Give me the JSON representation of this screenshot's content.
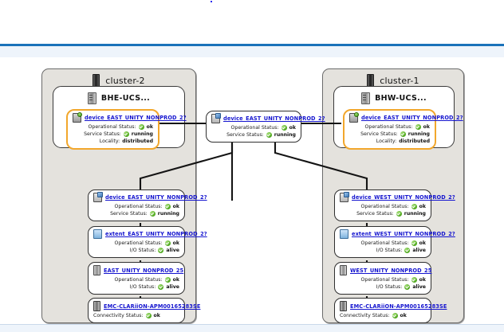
{
  "page": {
    "accent_blue": "#1b72ba",
    "band_blue": "#eef4fb",
    "highlight_orange": "#f2a72c",
    "link_color": "#1515cf",
    "cluster_fill": "#e4e2dd"
  },
  "diagram": {
    "type": "storage-topology",
    "clusters": [
      {
        "id": "cluster-2",
        "label": "cluster-2",
        "side": "left",
        "ucs": {
          "label": "BHE-UCS...",
          "icon": "server-icon"
        },
        "ucs_node": {
          "title": "device_EAST_UNITY_NONPROD_2?",
          "icon": "virtual-volume-icon",
          "highlighted": true,
          "rows": [
            {
              "key": "Operational Status:",
              "value": "ok",
              "status": "ok"
            },
            {
              "key": "Service Status:",
              "value": "running",
              "status": "ok"
            },
            {
              "key": "Locality:",
              "value": "distributed",
              "status": "none"
            }
          ]
        },
        "stack": [
          {
            "title": "device_EAST_UNITY_NONPROD_2?",
            "icon": "device-icon",
            "rows": [
              {
                "key": "Operational Status:",
                "value": "ok",
                "status": "ok"
              },
              {
                "key": "Service Status:",
                "value": "running",
                "status": "ok"
              }
            ]
          },
          {
            "title": "extent_EAST_UNITY_NONPROD_2?",
            "icon": "extent-icon",
            "rows": [
              {
                "key": "Operational Status:",
                "value": "ok",
                "status": "ok"
              },
              {
                "key": "I/O Status:",
                "value": "alive",
                "status": "ok"
              }
            ]
          },
          {
            "title": "EAST_UNITY_NONPROD_25",
            "icon": "storage-volume-icon",
            "rows": [
              {
                "key": "Operational Status:",
                "value": "ok",
                "status": "ok"
              },
              {
                "key": "I/O Status:",
                "value": "alive",
                "status": "ok"
              }
            ]
          },
          {
            "title": "EMC-CLARiiON-APM00165283SE",
            "icon": "storage-array-icon",
            "rows": [
              {
                "key": "Connectivity Status:",
                "value": "ok",
                "status": "ok"
              }
            ]
          }
        ]
      },
      {
        "id": "cluster-1",
        "label": "cluster-1",
        "side": "right",
        "ucs": {
          "label": "BHW-UCS...",
          "icon": "server-icon"
        },
        "ucs_node": {
          "title": "device_EAST_UNITY_NONPROD_2?",
          "icon": "virtual-volume-icon",
          "highlighted": true,
          "rows": [
            {
              "key": "Operational Status:",
              "value": "ok",
              "status": "ok"
            },
            {
              "key": "Service Status:",
              "value": "running",
              "status": "ok"
            },
            {
              "key": "Locality:",
              "value": "distributed",
              "status": "none"
            }
          ]
        },
        "stack": [
          {
            "title": "device_WEST_UNITY_NONPROD_2?",
            "icon": "device-icon",
            "rows": [
              {
                "key": "Operational Status:",
                "value": "ok",
                "status": "ok"
              },
              {
                "key": "Service Status:",
                "value": "running",
                "status": "ok"
              }
            ]
          },
          {
            "title": "extent_WEST_UNITY_NONPROD_2?",
            "icon": "extent-icon",
            "rows": [
              {
                "key": "Operational Status:",
                "value": "ok",
                "status": "ok"
              },
              {
                "key": "I/O Status:",
                "value": "alive",
                "status": "ok"
              }
            ]
          },
          {
            "title": "WEST_UNITY_NONPROD_25",
            "icon": "storage-volume-icon",
            "rows": [
              {
                "key": "Operational Status:",
                "value": "ok",
                "status": "ok"
              },
              {
                "key": "I/O Status:",
                "value": "alive",
                "status": "ok"
              }
            ]
          },
          {
            "title": "EMC-CLARiiON-APM00165283SE",
            "icon": "storage-array-icon",
            "rows": [
              {
                "key": "Connectivity Status:",
                "value": "ok",
                "status": "ok"
              }
            ]
          }
        ]
      }
    ],
    "center_node": {
      "title": "device_EAST_UNITY_NONPROD_2?",
      "icon": "distributed-device-icon",
      "rows": [
        {
          "key": "Operational Status:",
          "value": "ok",
          "status": "ok"
        },
        {
          "key": "Service Status:",
          "value": "running",
          "status": "ok"
        }
      ]
    }
  }
}
